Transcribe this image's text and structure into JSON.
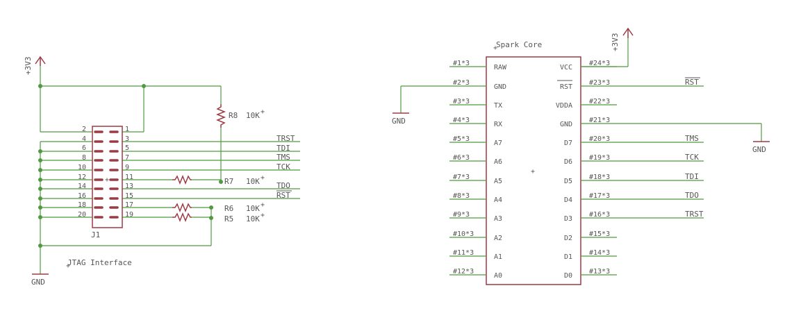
{
  "jtag": {
    "supply": "+3V3",
    "ground": "GND",
    "connector": "J1",
    "caption": "JTAG Interface",
    "left_pins": [
      "2",
      "4",
      "6",
      "8",
      "10",
      "12",
      "14",
      "16",
      "18",
      "20"
    ],
    "right_pins": [
      "1",
      "3",
      "5",
      "7",
      "9",
      "11",
      "13",
      "15",
      "17",
      "19"
    ],
    "r8": "R8",
    "r8_value": "10K",
    "r7": "R7",
    "r7_value": "10K",
    "r6": "R6",
    "r6_value": "10K",
    "r5": "R5",
    "r5_value": "10K",
    "signals": {
      "trst": "TRST",
      "tdi": "TDI",
      "tms": "TMS",
      "tck": "TCK",
      "tdo": "TDO",
      "rst": "RST"
    }
  },
  "core": {
    "title": "Spark Core",
    "supply": "+3V3",
    "ground_left": "GND",
    "ground_right": "GND",
    "left_pins": [
      "RAW",
      "GND",
      "TX",
      "RX",
      "A7",
      "A6",
      "A5",
      "A4",
      "A3",
      "A2",
      "A1",
      "A0"
    ],
    "right_pins": [
      "VCC",
      "RST",
      "VDDA",
      "GND",
      "D7",
      "D6",
      "D5",
      "D4",
      "D3",
      "D2",
      "D1",
      "D0"
    ],
    "left_nets": [
      "#1*3",
      "#2*3",
      "#3*3",
      "#4*3",
      "#5*3",
      "#6*3",
      "#7*3",
      "#8*3",
      "#9*3",
      "#10*3",
      "#11*3",
      "#12*3"
    ],
    "right_nets": [
      "#24*3",
      "#23*3",
      "#22*3",
      "#21*3",
      "#20*3",
      "#19*3",
      "#18*3",
      "#17*3",
      "#16*3",
      "#15*3",
      "#14*3",
      "#13*3"
    ],
    "signals": {
      "rst": "RST",
      "tms": "TMS",
      "tck": "TCK",
      "tdi": "TDI",
      "tdo": "TDO",
      "trst": "TRST"
    }
  }
}
